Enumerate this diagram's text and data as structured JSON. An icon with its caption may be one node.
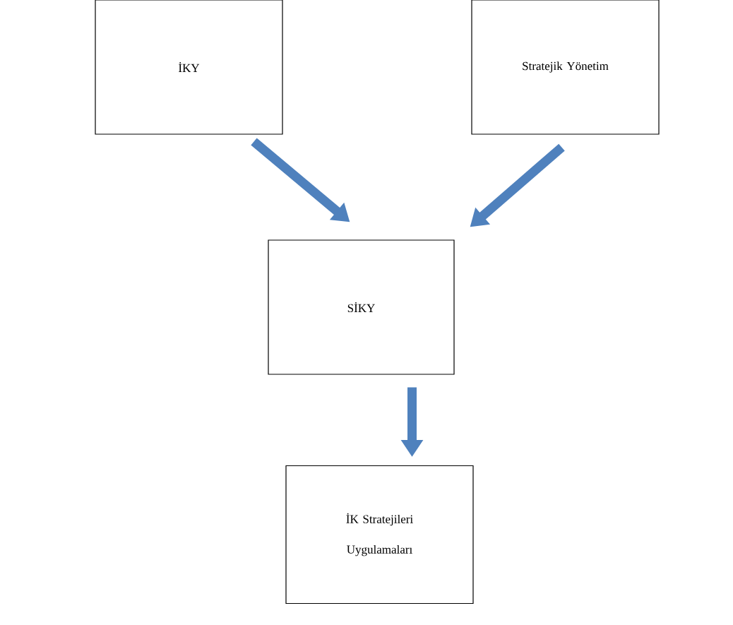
{
  "diagram": {
    "nodes": [
      {
        "text": [
          "İKY"
        ]
      },
      {
        "text": [
          "Stratejik Yönetim"
        ]
      },
      {
        "text": [
          "SİKY"
        ]
      },
      {
        "text": [
          "İK Stratejileri Uygulamaları"
        ]
      }
    ],
    "edges": [
      {
        "from": 0,
        "to": 2,
        "arrow": "to"
      },
      {
        "from": 1,
        "to": 2,
        "arrow": "to"
      },
      {
        "from": 2,
        "to": 3,
        "arrow": "to"
      }
    ]
  }
}
